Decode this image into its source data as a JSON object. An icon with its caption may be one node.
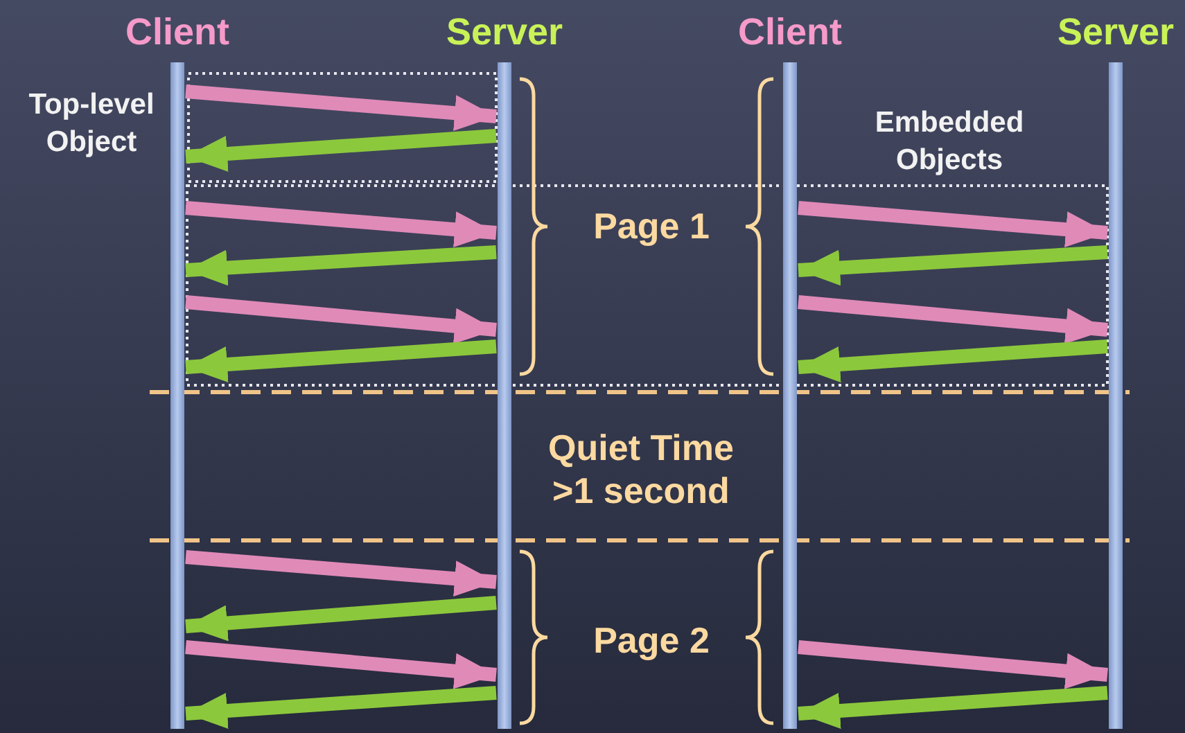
{
  "diagram": {
    "nodes": [
      {
        "text": [
          "Client"
        ]
      },
      {
        "text": [
          "Server"
        ]
      },
      {
        "text": [
          "Client"
        ]
      },
      {
        "text": [
          "Server"
        ]
      }
    ],
    "edges": [
      {
        "from": 0,
        "to": 1,
        "arrow": "to",
        "color": "#e08ab8"
      },
      {
        "from": 1,
        "to": 0,
        "arrow": "to",
        "color": "#8cc83c"
      },
      {
        "from": 0,
        "to": 1,
        "arrow": "to",
        "color": "#e08ab8"
      },
      {
        "from": 1,
        "to": 0,
        "arrow": "to",
        "color": "#8cc83c"
      },
      {
        "from": 0,
        "to": 1,
        "arrow": "to",
        "color": "#e08ab8"
      },
      {
        "from": 1,
        "to": 0,
        "arrow": "to",
        "color": "#8cc83c"
      },
      {
        "from": 2,
        "to": 3,
        "arrow": "to",
        "color": "#e08ab8"
      },
      {
        "from": 3,
        "to": 2,
        "arrow": "to",
        "color": "#8cc83c"
      },
      {
        "from": 2,
        "to": 3,
        "arrow": "to",
        "color": "#e08ab8"
      },
      {
        "from": 3,
        "to": 2,
        "arrow": "to",
        "color": "#8cc83c"
      },
      {
        "from": 0,
        "to": 1,
        "arrow": "to",
        "color": "#e08ab8"
      },
      {
        "from": 1,
        "to": 0,
        "arrow": "to",
        "color": "#8cc83c"
      },
      {
        "from": 0,
        "to": 1,
        "arrow": "to",
        "color": "#e08ab8"
      },
      {
        "from": 1,
        "to": 0,
        "arrow": "to",
        "color": "#8cc83c"
      },
      {
        "from": 2,
        "to": 3,
        "arrow": "to",
        "color": "#e08ab8"
      },
      {
        "from": 3,
        "to": 2,
        "arrow": "to",
        "color": "#8cc83c"
      }
    ],
    "labels": [
      "Top-level Object",
      "Embedded Objects",
      "Page 1",
      "Quiet Time >1 second",
      "Page 2"
    ]
  }
}
